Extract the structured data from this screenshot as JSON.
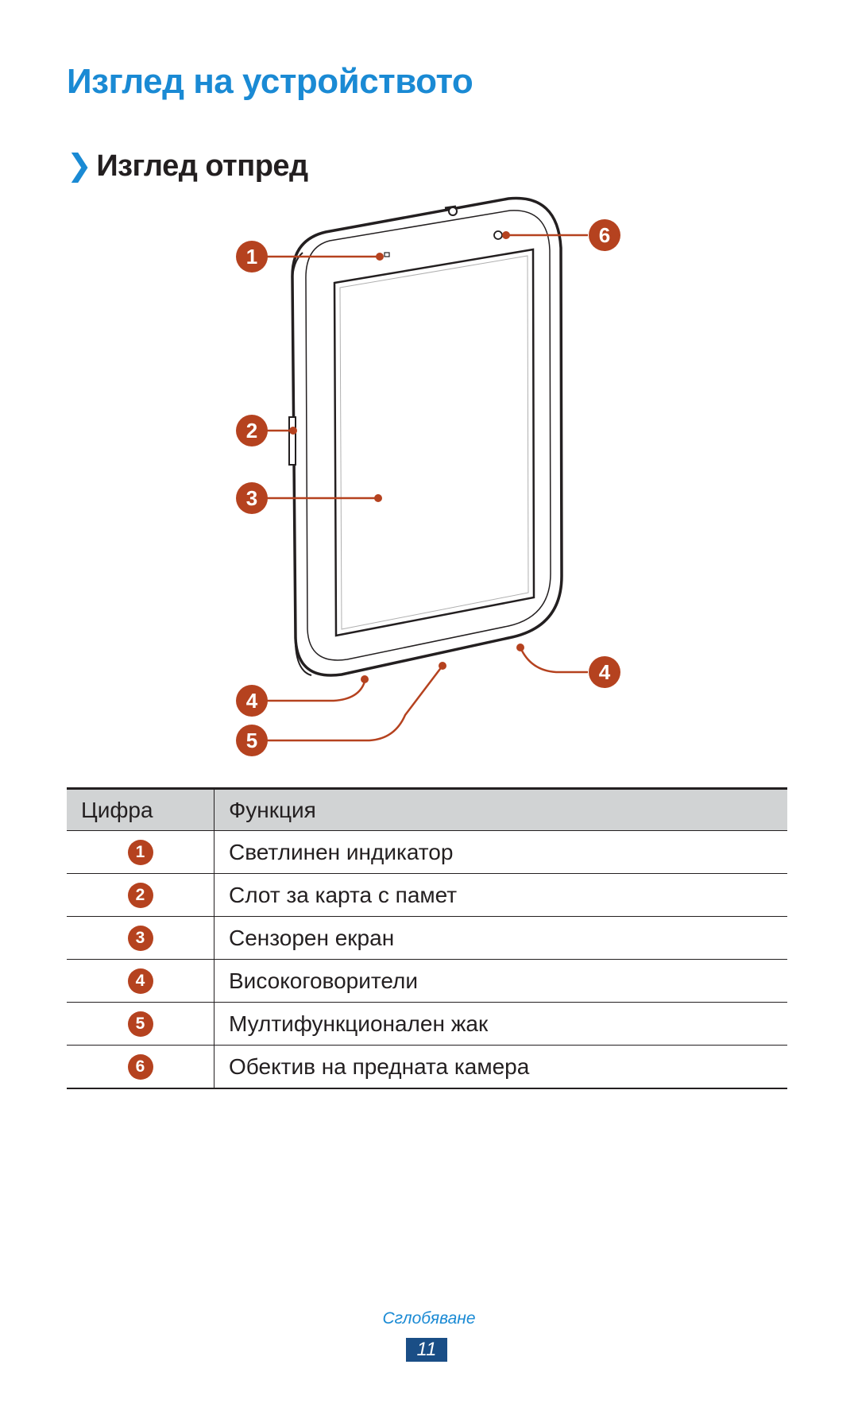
{
  "page": {
    "title": "Изглед на устройството",
    "section_chevron": "❯",
    "section_heading": "Изглед отпред"
  },
  "diagram": {
    "callouts": [
      {
        "number": "1",
        "label": "Светлинен индикатор"
      },
      {
        "number": "2",
        "label": "Слот за карта с памет"
      },
      {
        "number": "3",
        "label": "Сензорен екран"
      },
      {
        "number": "4",
        "label": "Високоговорители"
      },
      {
        "number": "5",
        "label": "Мултифункционален жак"
      },
      {
        "number": "6",
        "label": "Обектив на предната камера"
      }
    ]
  },
  "table": {
    "headers": [
      "Цифра",
      "Функция"
    ],
    "rows": [
      {
        "number": "1",
        "function": "Светлинен индикатор"
      },
      {
        "number": "2",
        "function": "Слот за карта с памет"
      },
      {
        "number": "3",
        "function": "Сензорен екран"
      },
      {
        "number": "4",
        "function": "Високоговорители"
      },
      {
        "number": "5",
        "function": "Мултифункционален жак"
      },
      {
        "number": "6",
        "function": "Обектив на предната камера"
      }
    ]
  },
  "footer": {
    "section": "Сглобяване",
    "page_number": "11"
  },
  "colors": {
    "accent_blue": "#1a8ad4",
    "callout_red": "#b5421f",
    "page_number_bg": "#1a4e86",
    "table_header_bg": "#d1d3d4"
  }
}
